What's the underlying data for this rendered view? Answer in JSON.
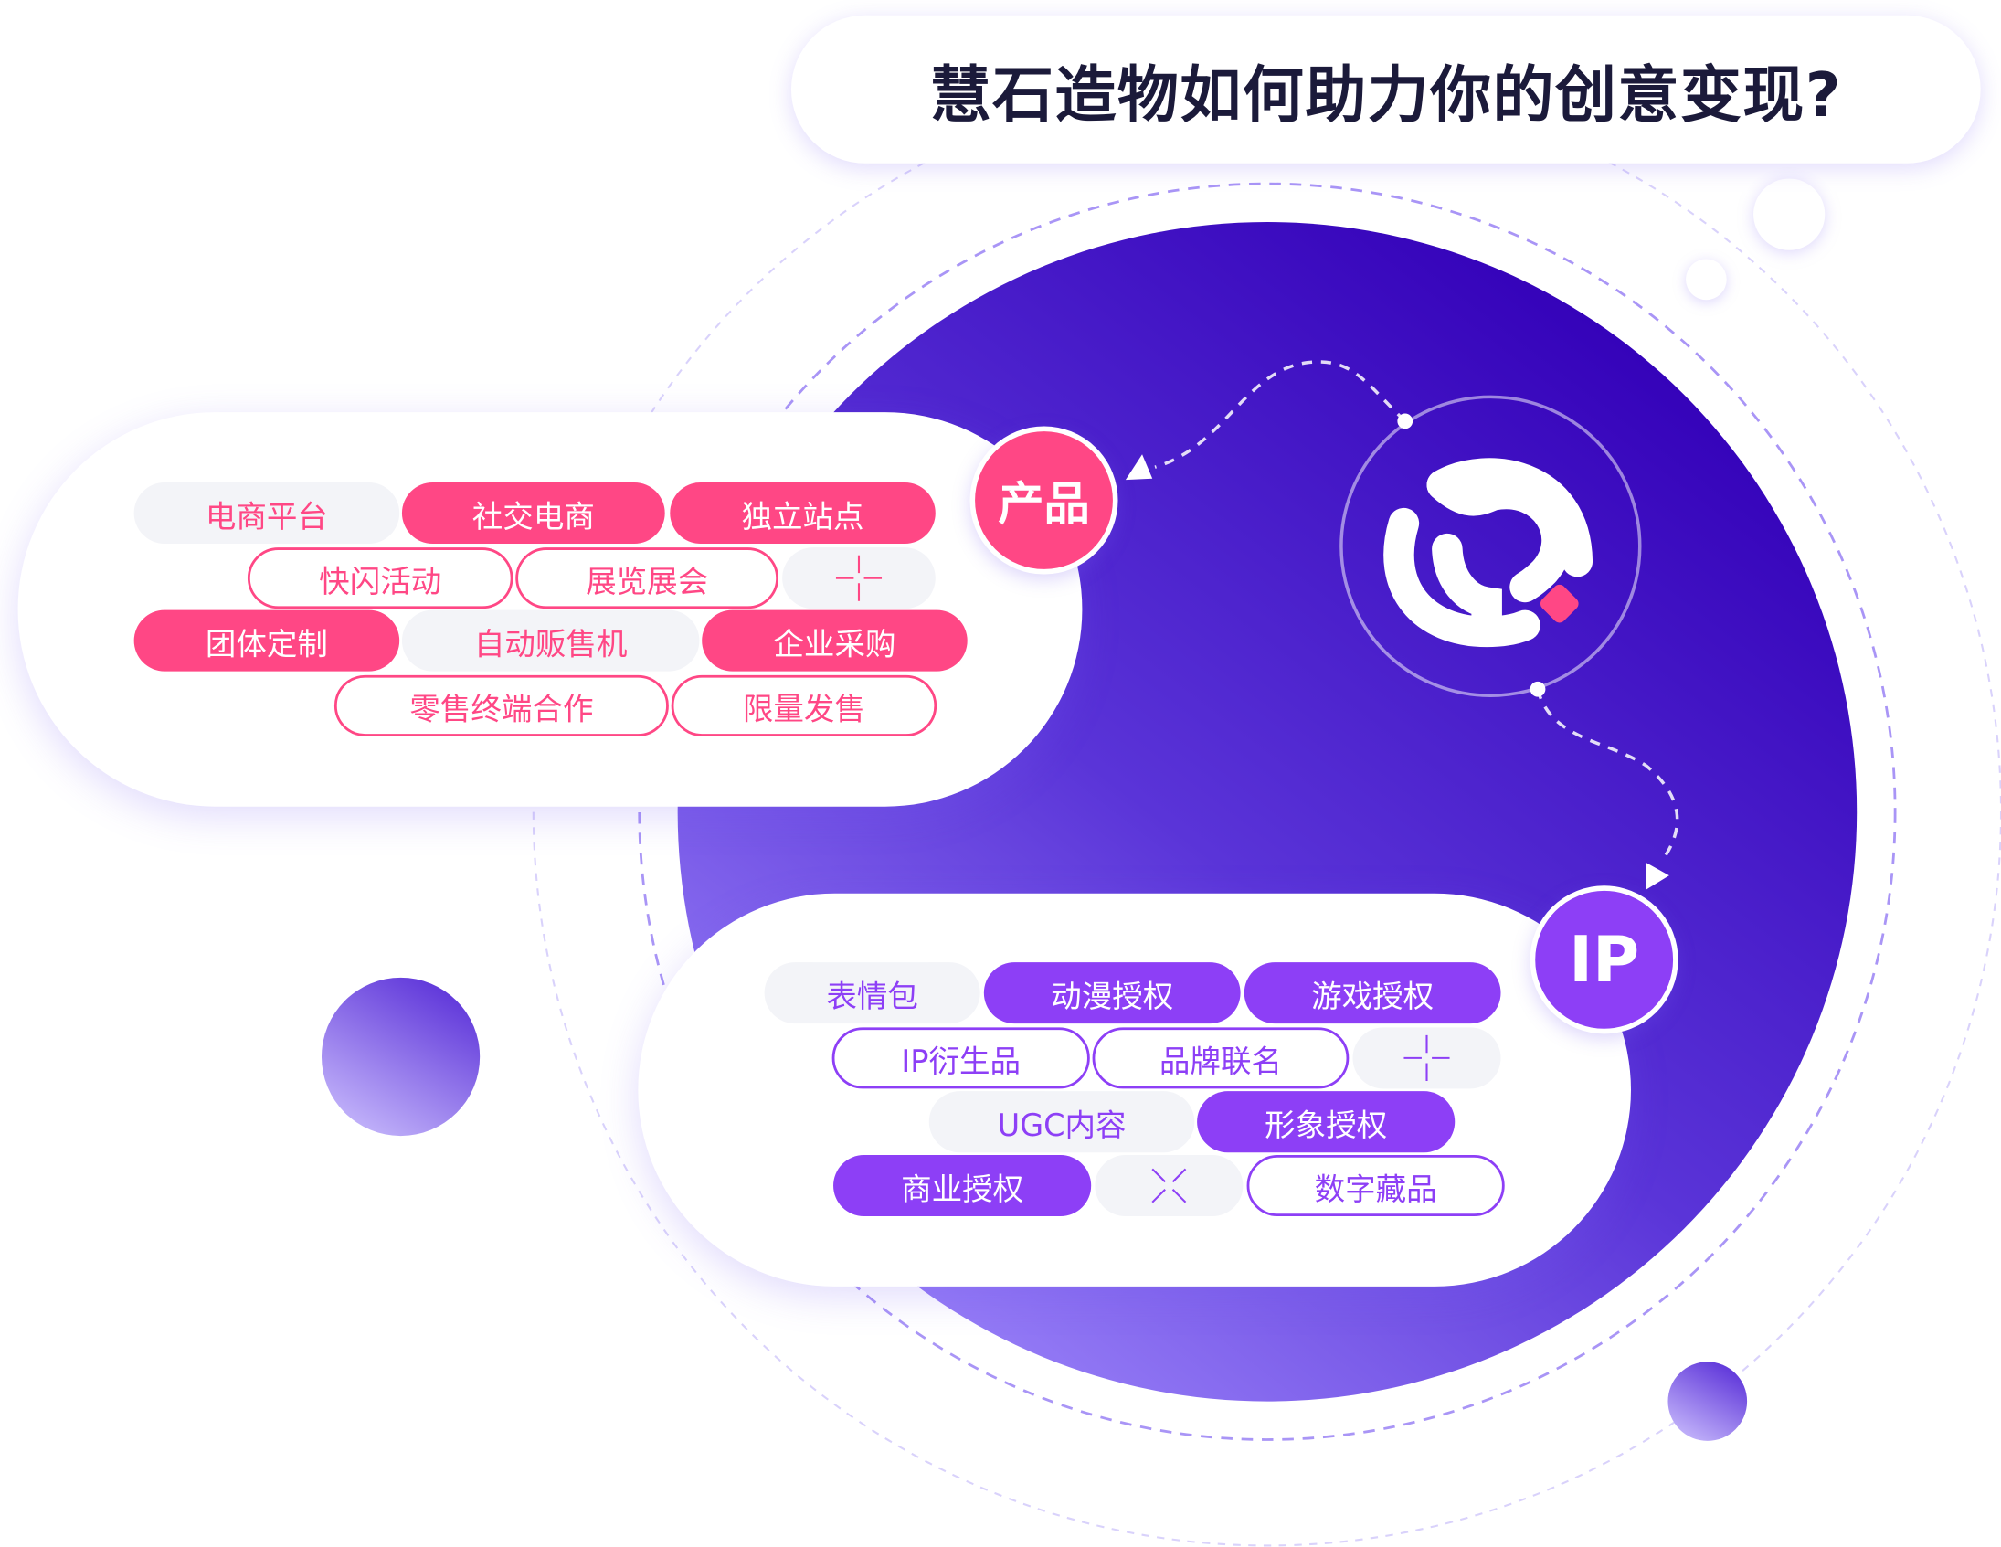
{
  "title": "慧石造物如何助力你的创意变现?",
  "colors": {
    "product": "#ff4785",
    "ip": "#8d3ff6",
    "circle_dark": "#3300b8",
    "circle_light": "#8d72f6"
  },
  "product": {
    "badge": "产品",
    "chips": [
      {
        "label": "电商平台",
        "style": "gray"
      },
      {
        "label": "社交电商",
        "style": "fill"
      },
      {
        "label": "独立站点",
        "style": "fill"
      },
      {
        "label": "快闪活动",
        "style": "outline"
      },
      {
        "label": "展览展会",
        "style": "outline"
      },
      {
        "label": "团体定制",
        "style": "fill"
      },
      {
        "label": "自动贩售机",
        "style": "gray"
      },
      {
        "label": "企业采购",
        "style": "fill"
      },
      {
        "label": "零售终端合作",
        "style": "outline"
      },
      {
        "label": "限量发售",
        "style": "outline"
      }
    ]
  },
  "ip": {
    "badge": "IP",
    "chips": [
      {
        "label": "表情包",
        "style": "gray"
      },
      {
        "label": "动漫授权",
        "style": "fill"
      },
      {
        "label": "游戏授权",
        "style": "fill"
      },
      {
        "label": "IP衍生品",
        "style": "outline"
      },
      {
        "label": "品牌联名",
        "style": "outline"
      },
      {
        "label": "UGC内容",
        "style": "gray"
      },
      {
        "label": "形象授权",
        "style": "fill"
      },
      {
        "label": "商业授权",
        "style": "fill"
      },
      {
        "label": "数字藏品",
        "style": "outline"
      }
    ]
  },
  "icons": [
    "logo-icon",
    "plus-icon",
    "cross-icon",
    "arrow-icon"
  ]
}
